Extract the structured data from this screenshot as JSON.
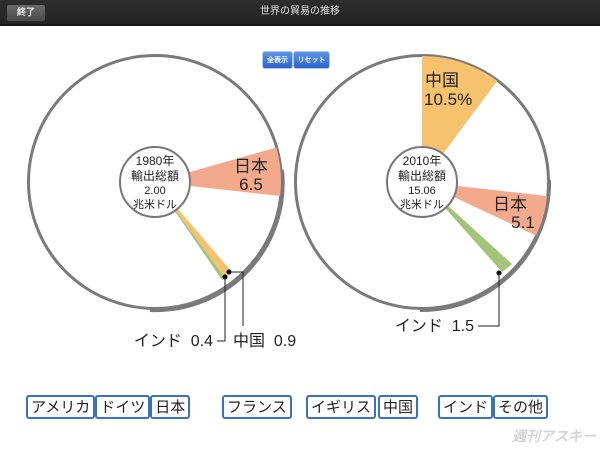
{
  "topbar": {
    "exit_label": "終了",
    "title": "世界の貿易の推移"
  },
  "controls": {
    "show_all_label": "全表示",
    "reset_label": "リセット"
  },
  "left_pie": {
    "center_lines": [
      "1980年",
      "輸出総額",
      "2.00",
      "兆米ドル"
    ],
    "japan_label": "日本",
    "japan_value": "6.5",
    "india_callout": "インド  0.4",
    "china_callout": "中国  0.9"
  },
  "right_pie": {
    "center_lines": [
      "2010年",
      "輸出総額",
      "15.06",
      "兆米ドル"
    ],
    "china_label": "中国",
    "china_value": "10.5%",
    "japan_label": "日本",
    "japan_value": "5.1",
    "india_callout": "インド  1.5"
  },
  "legend": {
    "items": [
      "アメリカ",
      "ドイツ",
      "日本",
      "フランス",
      "イギリス",
      "中国",
      "インド",
      "その他"
    ]
  },
  "watermark": "週刊アスキー",
  "colors": {
    "japan": "#f3aa8c",
    "china": "#f7c26d",
    "india": "#a3c47a",
    "ring": "#7a7a7a",
    "legend_border": "#3a72c0"
  },
  "chart_data": [
    {
      "type": "pie",
      "title": "1980年 輸出総額 2.00 兆米ドル",
      "unit": "%",
      "categories": [
        "日本",
        "中国",
        "インド",
        "その他"
      ],
      "values": [
        6.5,
        0.9,
        0.4,
        92.2
      ],
      "colors": [
        "#f3aa8c",
        "#f7c26d",
        "#a3c47a",
        "#ffffff"
      ]
    },
    {
      "type": "pie",
      "title": "2010年 輸出総額 15.06 兆米ドル",
      "unit": "%",
      "categories": [
        "中国",
        "日本",
        "インド",
        "その他"
      ],
      "values": [
        10.5,
        5.1,
        1.5,
        82.9
      ],
      "colors": [
        "#f7c26d",
        "#f3aa8c",
        "#a3c47a",
        "#ffffff"
      ]
    }
  ]
}
